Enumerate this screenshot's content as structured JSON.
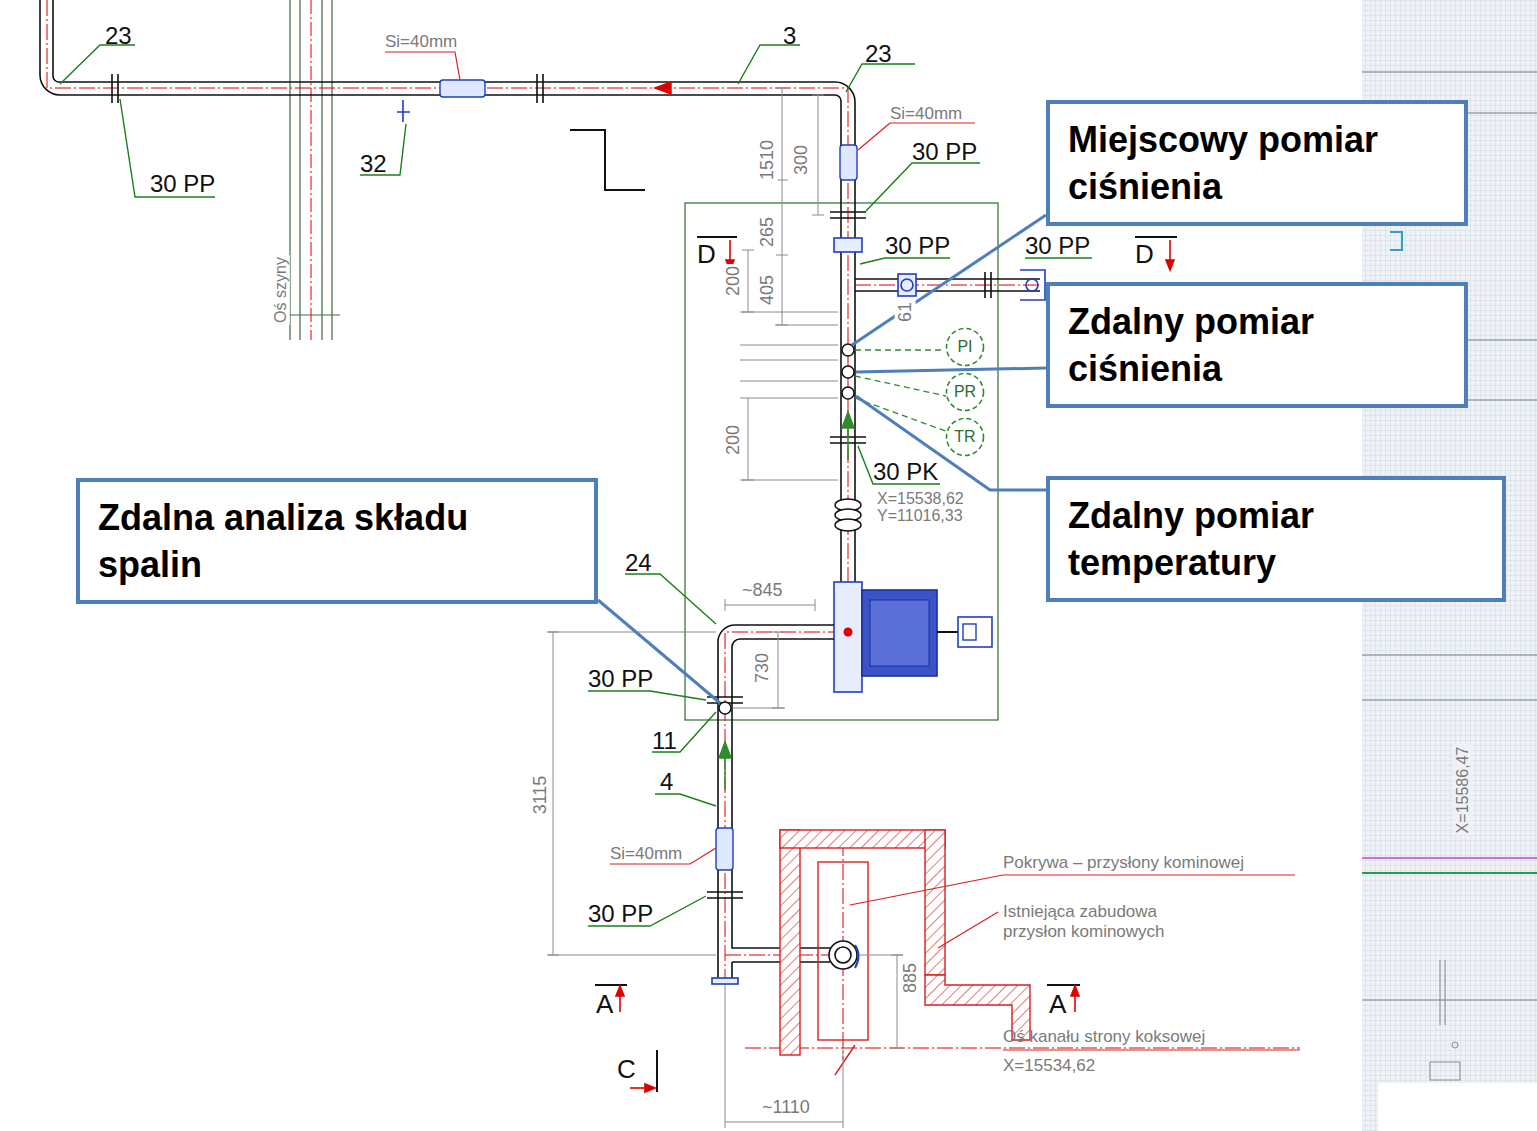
{
  "diagram": {
    "nodes": [
      {
        "text": [
          "Miejscowy pomiar ciśnienia"
        ]
      },
      {
        "text": [
          "Zdalny pomiar ciśnienia"
        ]
      },
      {
        "text": [
          "PI"
        ]
      },
      {
        "text": [
          "PR"
        ]
      },
      {
        "text": [
          "TR"
        ]
      },
      {
        "text": [
          "Zdalny pomiar temperatury"
        ]
      },
      {
        "text": [
          "Zdalna analiza składu spalin"
        ]
      }
    ],
    "labels": [
      "23",
      "Si=40mm",
      "3",
      "23",
      "30 PP",
      "32",
      "Si=40mm",
      "1510",
      "300",
      "30 PP",
      "30 PP",
      "30 PP",
      "D",
      "D",
      "405",
      "265",
      "200",
      "61",
      "200",
      "30 PK",
      "X=15538,62",
      "Y=11016,33",
      "24",
      "~845",
      "730",
      "30 PP",
      "11",
      "4",
      "3115",
      "Si=40mm",
      "30 PP",
      "Pokrywa – przysłony kominowej",
      "Istniejąca zabudowa przysłon kominowych",
      "885",
      "A",
      "A",
      "Oś kanału strony koksowej",
      "X=15534,62",
      "C",
      "~1110",
      "Oś szyny",
      "X=15586,47"
    ]
  }
}
